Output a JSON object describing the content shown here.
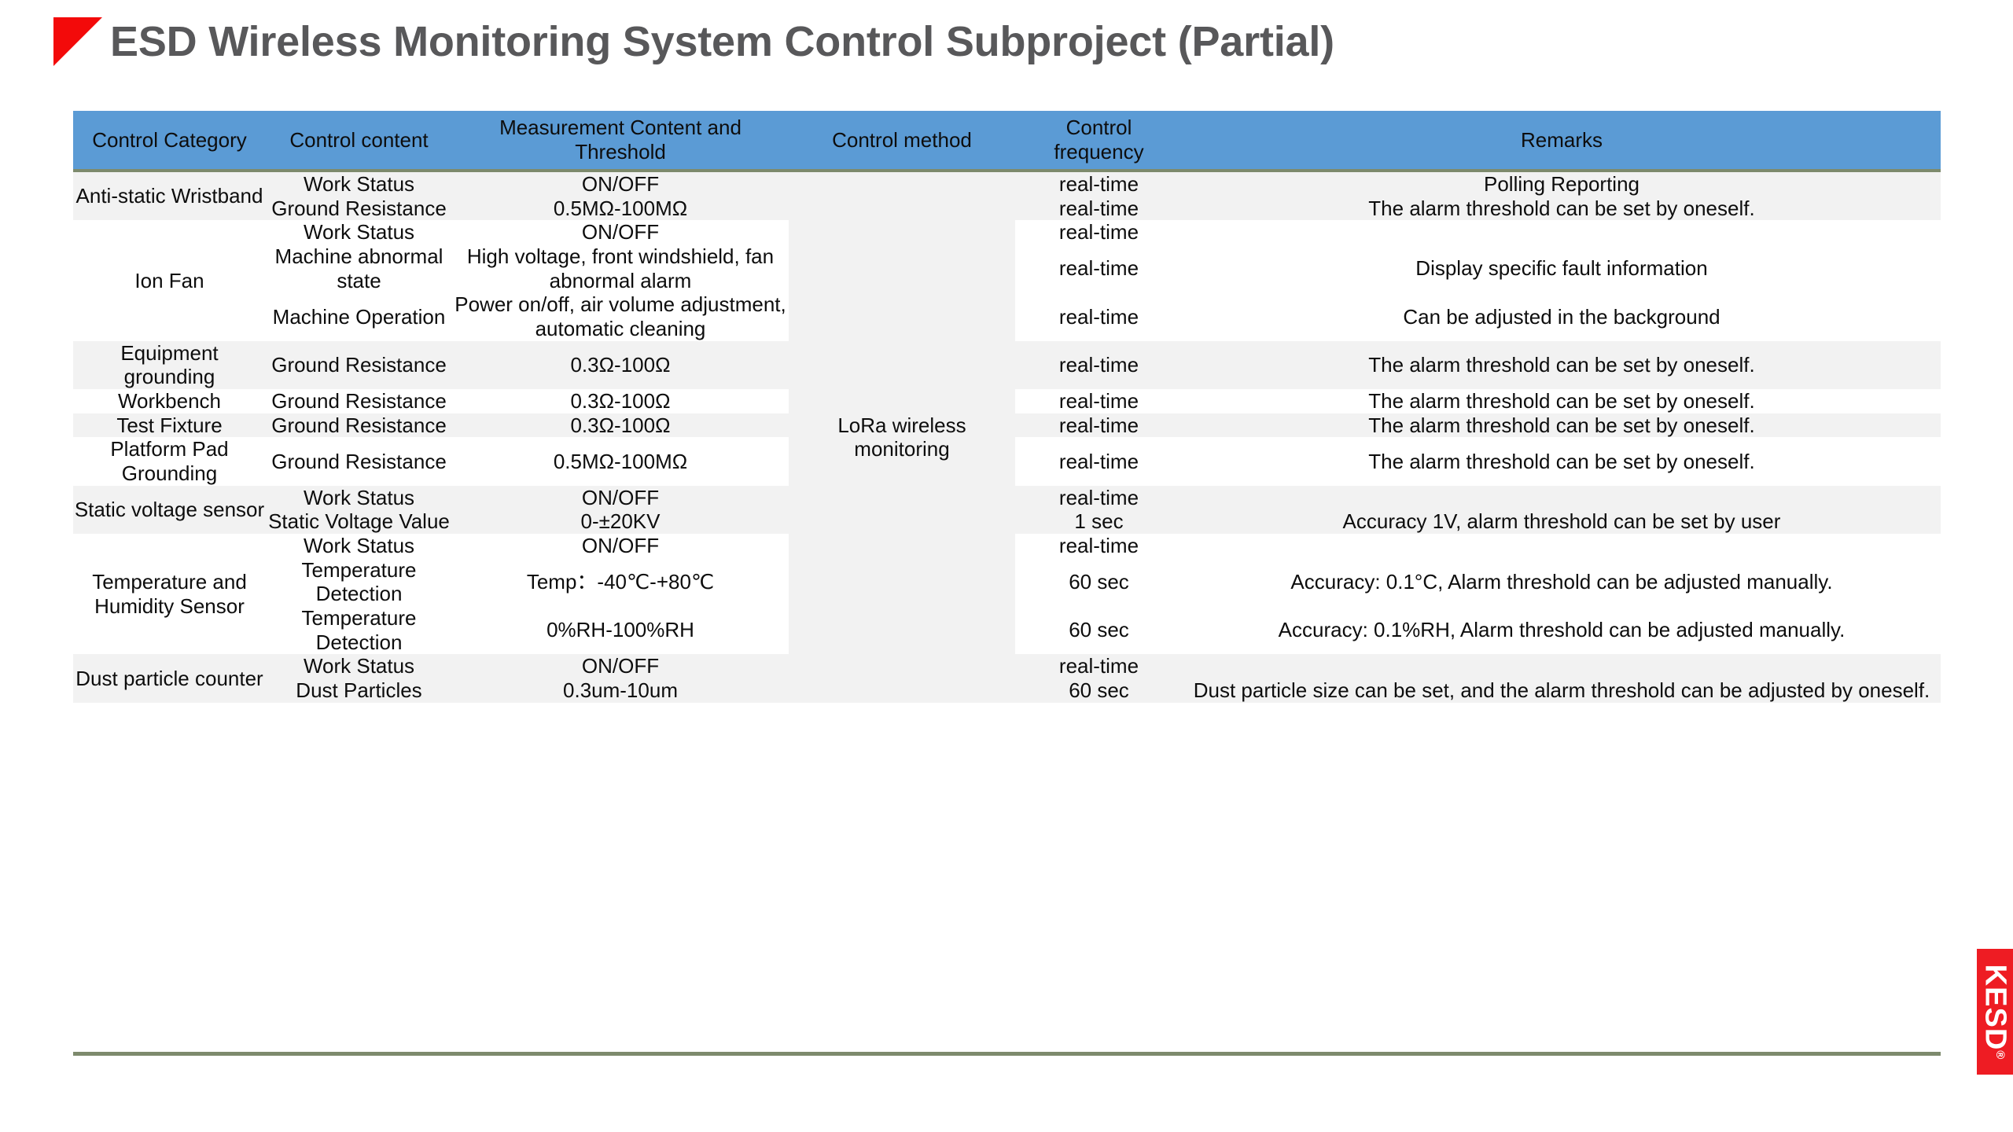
{
  "page": {
    "title": "ESD Wireless Monitoring System Control Subproject (Partial)",
    "accent_red": "#f30a0a",
    "title_color": "#58585a",
    "header_blue": "#5b9bd5",
    "band_gray": "#f2f2f2",
    "rule_olive": "#7d8a6d"
  },
  "logo": {
    "name": "KESD",
    "registered": "®",
    "color": "#ee1c23"
  },
  "table": {
    "headers": [
      "Control Category",
      "Control content",
      "Measurement Content and Threshold",
      "Control method",
      "Control frequency",
      "Remarks"
    ],
    "control_method_value": "LoRa wireless monitoring",
    "groups": [
      {
        "category": "Anti-static Wristband",
        "shaded": true,
        "rows": [
          {
            "content": "Work Status",
            "measurement": "ON/OFF",
            "frequency": "real-time",
            "remarks": "Polling Reporting"
          },
          {
            "content": "Ground Resistance",
            "measurement": "0.5MΩ-100MΩ",
            "frequency": "real-time",
            "remarks": "The alarm threshold can be set by oneself."
          }
        ]
      },
      {
        "category": "Ion Fan",
        "shaded": false,
        "rows": [
          {
            "content": "Work Status",
            "measurement": "ON/OFF",
            "frequency": "real-time",
            "remarks": ""
          },
          {
            "content": "Machine abnormal state",
            "measurement": "High voltage, front windshield, fan abnormal alarm",
            "frequency": "real-time",
            "remarks": "Display specific fault information"
          },
          {
            "content": "Machine Operation",
            "measurement": "Power on/off, air volume adjustment, automatic cleaning",
            "frequency": "real-time",
            "remarks": "Can be adjusted in the background"
          }
        ]
      },
      {
        "category": "Equipment grounding",
        "shaded": true,
        "rows": [
          {
            "content": "Ground Resistance",
            "measurement": "0.3Ω-100Ω",
            "frequency": "real-time",
            "remarks": "The alarm threshold can be set by oneself."
          }
        ]
      },
      {
        "category": "Workbench",
        "shaded": false,
        "rows": [
          {
            "content": "Ground Resistance",
            "measurement": "0.3Ω-100Ω",
            "frequency": "real-time",
            "remarks": "The alarm threshold can be set by oneself."
          }
        ]
      },
      {
        "category": "Test Fixture",
        "shaded": true,
        "rows": [
          {
            "content": "Ground Resistance",
            "measurement": "0.3Ω-100Ω",
            "frequency": "real-time",
            "remarks": "The alarm threshold can be set by oneself."
          }
        ]
      },
      {
        "category": "Platform Pad Grounding",
        "shaded": false,
        "rows": [
          {
            "content": "Ground Resistance",
            "measurement": "0.5MΩ-100MΩ",
            "frequency": "real-time",
            "remarks": "The alarm threshold can be set by oneself."
          }
        ]
      },
      {
        "category": "Static voltage sensor",
        "shaded": true,
        "rows": [
          {
            "content": "Work Status",
            "measurement": "ON/OFF",
            "frequency": "real-time",
            "remarks": ""
          },
          {
            "content": "Static Voltage Value",
            "measurement": "0-±20KV",
            "frequency": "1 sec",
            "remarks": "Accuracy 1V, alarm threshold can be set by user"
          }
        ]
      },
      {
        "category": "Temperature and Humidity Sensor",
        "shaded": false,
        "rows": [
          {
            "content": "Work Status",
            "measurement": "ON/OFF",
            "frequency": "real-time",
            "remarks": ""
          },
          {
            "content": "Temperature Detection",
            "measurement": "Temp：-40℃-+80℃",
            "frequency": "60 sec",
            "remarks": "Accuracy: 0.1°C, Alarm threshold can be adjusted manually."
          },
          {
            "content": "Temperature Detection",
            "measurement": "0%RH-100%RH",
            "frequency": "60 sec",
            "remarks": "Accuracy: 0.1%RH, Alarm threshold can be adjusted manually."
          }
        ]
      },
      {
        "category": "Dust particle counter",
        "shaded": true,
        "rows": [
          {
            "content": "Work Status",
            "measurement": "ON/OFF",
            "frequency": "real-time",
            "remarks": ""
          },
          {
            "content": "Dust Particles",
            "measurement": "0.3um-10um",
            "frequency": "60 sec",
            "remarks": "Dust particle size can be set, and the alarm threshold can be adjusted by oneself."
          }
        ]
      }
    ]
  }
}
